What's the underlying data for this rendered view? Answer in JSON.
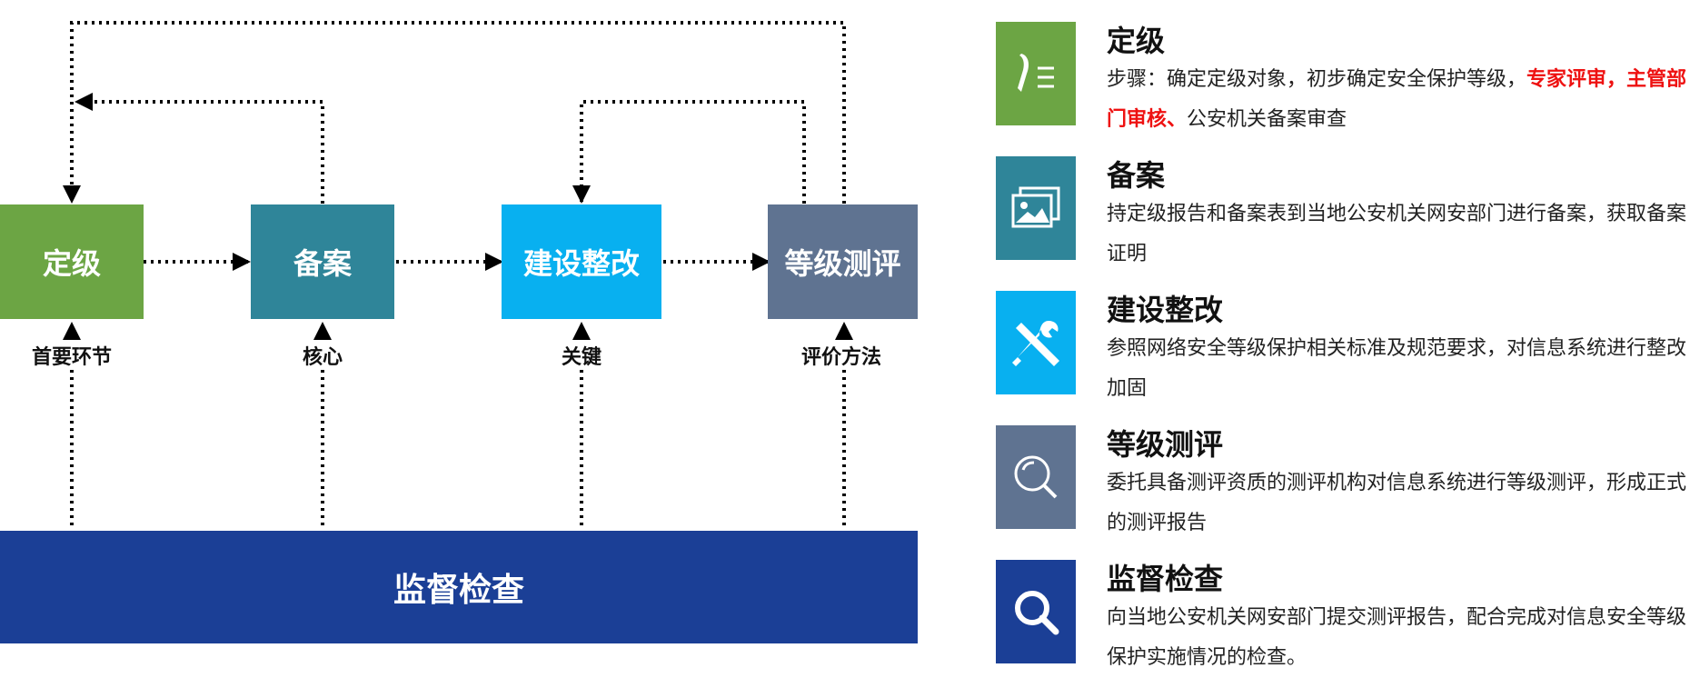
{
  "stages": [
    {
      "label": "定级",
      "sublabel": "首要环节",
      "color": "#6ca544"
    },
    {
      "label": "备案",
      "sublabel": "核心",
      "color": "#2f8599"
    },
    {
      "label": "建设整改",
      "sublabel": "关键",
      "color": "#08b0f0"
    },
    {
      "label": "等级测评",
      "sublabel": "评价方法",
      "color": "#5f7391"
    }
  ],
  "supervision": {
    "label": "监督检查",
    "color": "#1b3f96"
  },
  "legend": [
    {
      "title": "定级",
      "icon": "pen-list-icon",
      "color": "#6ca544",
      "desc_before": "步骤：确定定级对象，初步确定安全保护等级，",
      "desc_highlight": "专家评审，主管部门审核、",
      "desc_after": "公安机关备案审查"
    },
    {
      "title": "备案",
      "icon": "image-gallery-icon",
      "color": "#2f8599",
      "desc": "持定级报告和备案表到当地公安机关网安部门进行备案，获取备案证明"
    },
    {
      "title": "建设整改",
      "icon": "tools-icon",
      "color": "#08b0f0",
      "desc": "参照网络安全等级保护相关标准及规范要求，对信息系统进行整改加固"
    },
    {
      "title": "等级测评",
      "icon": "magnifier-outline-icon",
      "color": "#5f7391",
      "desc": "委托具备测评资质的测评机构对信息系统进行等级测评，形成正式的测评报告"
    },
    {
      "title": "监督检查",
      "icon": "search-icon",
      "color": "#1b3f96",
      "desc": "向当地公安机关网安部门提交测评报告，配合完成对信息安全等级保护实施情况的检查。"
    }
  ]
}
